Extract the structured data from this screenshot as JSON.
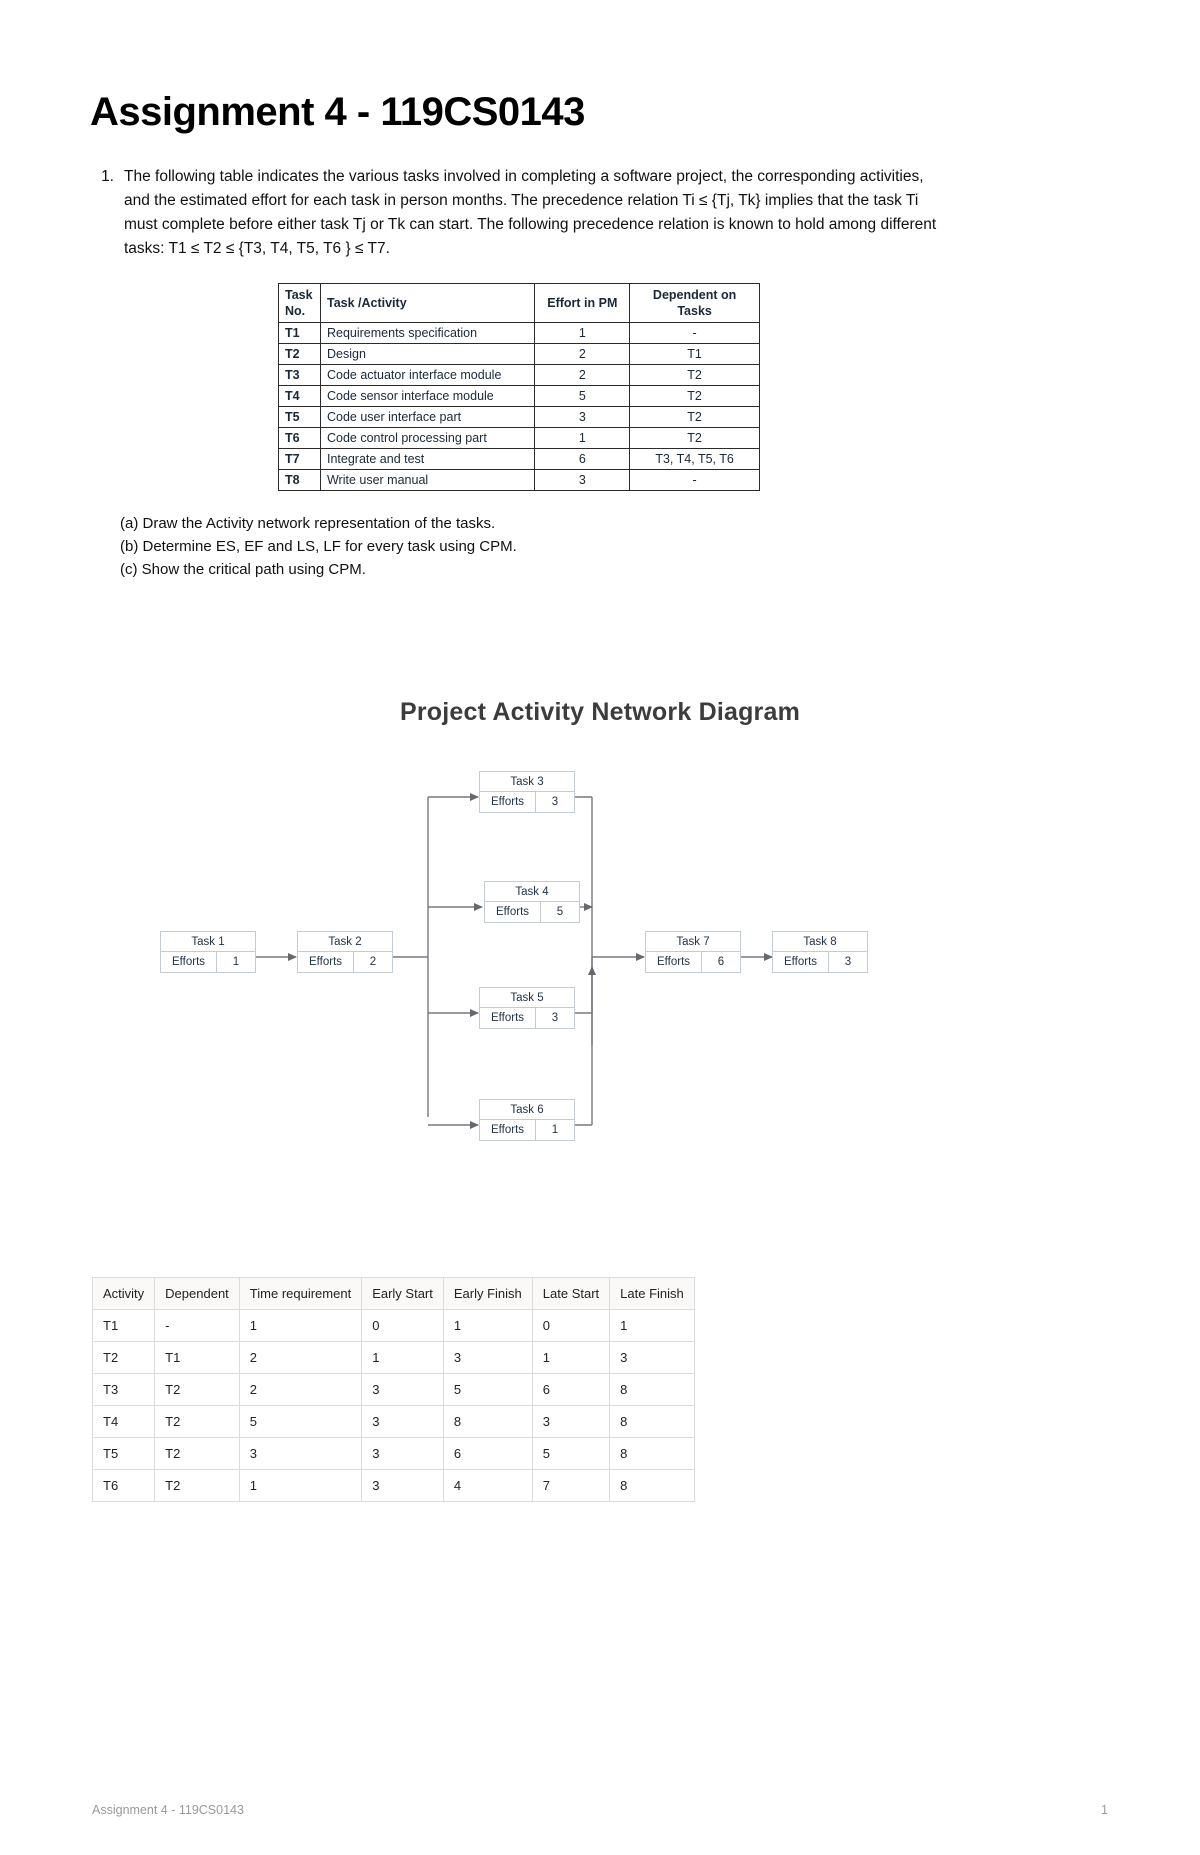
{
  "document": {
    "title": "Assignment 4 - 119CS0143",
    "footer_left": "Assignment 4 - 119CS0143",
    "footer_page": "1"
  },
  "question1": {
    "number": "1.",
    "text": "The following table indicates the various tasks involved in completing a software project, the corresponding activities, and the estimated effort for each task in person months. The precedence relation Ti ≤ {Tj, Tk} implies that the task Ti must complete before either task Tj or Tk can start. The following precedence relation is known to hold among different tasks: T1 ≤ T2 ≤ {T3, T4, T5, T6 } ≤ T7."
  },
  "task_table": {
    "headers": [
      "Task No.",
      "Task /Activity",
      "Effort in PM",
      "Dependent on Tasks"
    ],
    "header_no_line1": "Task",
    "header_no_line2": "No.",
    "rows": [
      [
        "T1",
        "Requirements specification",
        "1",
        "-"
      ],
      [
        "T2",
        "Design",
        "2",
        "T1"
      ],
      [
        "T3",
        "Code actuator interface module",
        "2",
        "T2"
      ],
      [
        "T4",
        "Code sensor interface module",
        "5",
        "T2"
      ],
      [
        "T5",
        "Code user interface part",
        "3",
        "T2"
      ],
      [
        "T6",
        "Code control processing part",
        "1",
        "T2"
      ],
      [
        "T7",
        "Integrate and test",
        "6",
        "T3, T4, T5, T6"
      ],
      [
        "T8",
        "Write user manual",
        "3",
        "-"
      ]
    ]
  },
  "sub_questions": [
    "(a) Draw the Activity network representation of the tasks.",
    "(b) Determine ES, EF and LS, LF for every task using CPM.",
    "(c) Show the critical path using CPM."
  ],
  "diagram": {
    "title": "Project Activity Network Diagram",
    "effort_label": "Efforts",
    "nodes": [
      {
        "id": "t1",
        "label": "Task 1",
        "effort": "1"
      },
      {
        "id": "t2",
        "label": "Task 2",
        "effort": "2"
      },
      {
        "id": "t3",
        "label": "Task 3",
        "effort": "3"
      },
      {
        "id": "t4",
        "label": "Task 4",
        "effort": "5"
      },
      {
        "id": "t5",
        "label": "Task 5",
        "effort": "3"
      },
      {
        "id": "t6",
        "label": "Task 6",
        "effort": "1"
      },
      {
        "id": "t7",
        "label": "Task 7",
        "effort": "6"
      },
      {
        "id": "t8",
        "label": "Task 8",
        "effort": "3"
      }
    ]
  },
  "cpm_table": {
    "headers": [
      "Activity",
      "Dependent",
      "Time requirement",
      "Early Start",
      "Early Finish",
      "Late Start",
      "Late Finish"
    ],
    "rows": [
      [
        "T1",
        "-",
        "1",
        "0",
        "1",
        "0",
        "1"
      ],
      [
        "T2",
        "T1",
        "2",
        "1",
        "3",
        "1",
        "3"
      ],
      [
        "T3",
        "T2",
        "2",
        "3",
        "5",
        "6",
        "8"
      ],
      [
        "T4",
        "T2",
        "5",
        "3",
        "8",
        "3",
        "8"
      ],
      [
        "T5",
        "T2",
        "3",
        "3",
        "6",
        "5",
        "8"
      ],
      [
        "T6",
        "T2",
        "1",
        "3",
        "4",
        "7",
        "8"
      ]
    ]
  }
}
